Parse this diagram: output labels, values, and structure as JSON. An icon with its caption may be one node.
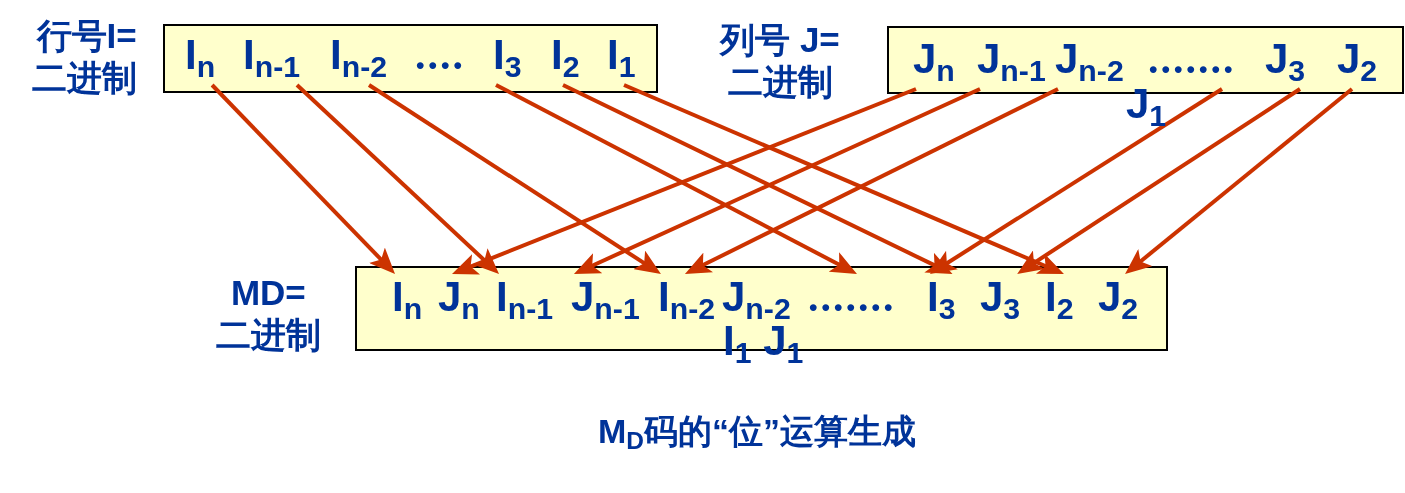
{
  "diagram": {
    "caption": "M$_{D}$码的“位”运算生成",
    "nodes": [
      {
        "text": [
          "行号I=二进制",
          "...."
        ]
      },
      {
        "text": [
          "I$_{n}$"
        ],
        "in": 0
      },
      {
        "text": [
          "I$_{n-1}$"
        ],
        "in": 0
      },
      {
        "text": [
          "I$_{n-2}$"
        ],
        "in": 0
      },
      {
        "text": [
          "I$_{3}$"
        ],
        "in": 0
      },
      {
        "text": [
          "I$_{2}$"
        ],
        "in": 0
      },
      {
        "text": [
          "I$_{1}$"
        ],
        "in": 0
      },
      {
        "text": [
          "列号 J=二进制",
          "J$_{1}$"
        ]
      },
      {
        "text": [
          "J$_{n}$"
        ],
        "in": 7
      },
      {
        "text": [
          "J$_{n-1}$"
        ],
        "in": 7
      },
      {
        "text": [
          "J$_{n-2}$"
        ],
        "in": 7
      },
      {
        "text": [
          "......."
        ],
        "in": 7
      },
      {
        "text": [
          "J$_{3}$"
        ],
        "in": 7
      },
      {
        "text": [
          "J$_{2}$"
        ],
        "in": 7
      },
      {
        "text": [
          "MD=二进制",
          "I$_{1}$ J$_{1}$"
        ]
      },
      {
        "text": [
          "I$_{n}$"
        ],
        "in": 14
      },
      {
        "text": [
          "J$_{n}$"
        ],
        "in": 14
      },
      {
        "text": [
          "I$_{n-1}$"
        ],
        "in": 14
      },
      {
        "text": [
          "J$_{n-1}$"
        ],
        "in": 14
      },
      {
        "text": [
          "I$_{n-2}$"
        ],
        "in": 14
      },
      {
        "text": [
          "J$_{n-2}$"
        ],
        "in": 14
      },
      {
        "text": [
          "......."
        ],
        "in": 14
      },
      {
        "text": [
          "I$_{3}$"
        ],
        "in": 14
      },
      {
        "text": [
          "J$_{3}$"
        ],
        "in": 14
      },
      {
        "text": [
          "I$_{2}$"
        ],
        "in": 14
      },
      {
        "text": [
          "J$_{2}$"
        ],
        "in": 14
      }
    ],
    "edges": [
      {
        "from": 1,
        "to": 15,
        "arrow": "to"
      },
      {
        "from": 2,
        "to": 17,
        "arrow": "to"
      },
      {
        "from": 3,
        "to": 19,
        "arrow": "to"
      },
      {
        "from": 4,
        "to": 21,
        "arrow": "to"
      },
      {
        "from": 5,
        "to": 22,
        "arrow": "to"
      },
      {
        "from": 6,
        "to": 24,
        "arrow": "to"
      },
      {
        "from": 8,
        "to": 16,
        "arrow": "to"
      },
      {
        "from": 9,
        "to": 18,
        "arrow": "to"
      },
      {
        "from": 10,
        "to": 19,
        "arrow": "to"
      },
      {
        "from": 11,
        "to": 22,
        "arrow": "to"
      },
      {
        "from": 12,
        "to": 23,
        "arrow": "to"
      },
      {
        "from": 13,
        "to": 25,
        "arrow": "to"
      }
    ]
  }
}
